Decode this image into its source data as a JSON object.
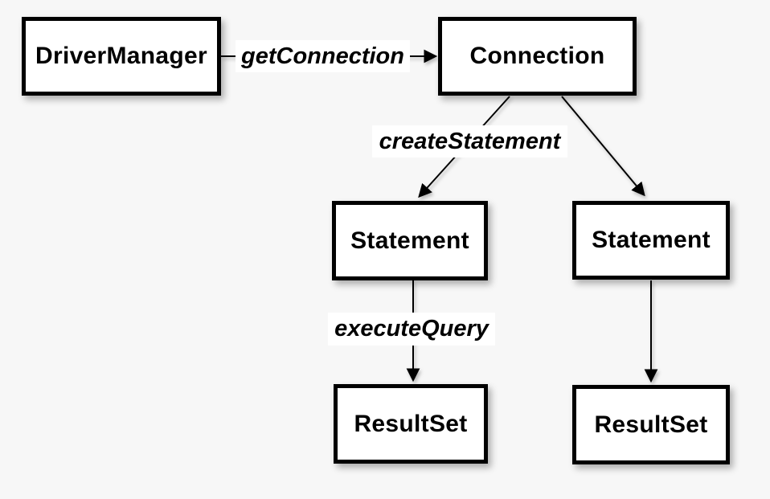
{
  "diagram": {
    "colors": {
      "background": "#f7f7f7",
      "node_fill": "#ffffff",
      "node_border": "#000000",
      "edge_line": "#000000",
      "label_background": "#ffffff",
      "text": "#000000"
    },
    "nodes": {
      "driver_manager": {
        "label": "DriverManager"
      },
      "connection": {
        "label": "Connection"
      },
      "statement_left": {
        "label": "Statement"
      },
      "statement_right": {
        "label": "Statement"
      },
      "resultset_left": {
        "label": "ResultSet"
      },
      "resultset_right": {
        "label": "ResultSet"
      }
    },
    "edges": {
      "get_connection": {
        "label": "getConnection",
        "from": "DriverManager",
        "to": "Connection"
      },
      "create_statement": {
        "label": "createStatement",
        "from": "Connection",
        "to": "Statement"
      },
      "connection_to_right_statement": {
        "label": "",
        "from": "Connection",
        "to": "Statement"
      },
      "execute_query": {
        "label": "executeQuery",
        "from": "Statement",
        "to": "ResultSet"
      },
      "right_statement_to_resultset": {
        "label": "",
        "from": "Statement",
        "to": "ResultSet"
      }
    }
  }
}
